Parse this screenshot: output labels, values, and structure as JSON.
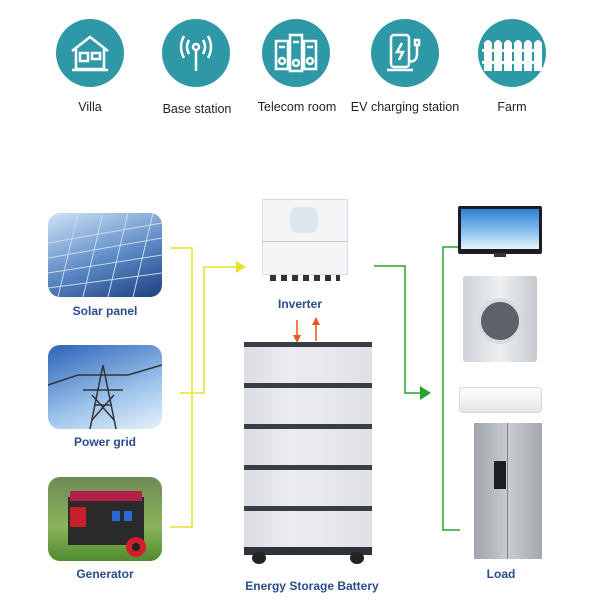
{
  "applications": [
    {
      "label": "Villa",
      "icon": "house-icon"
    },
    {
      "label": "Base station",
      "icon": "antenna-icon"
    },
    {
      "label": "Telecom room",
      "icon": "server-icon"
    },
    {
      "label": "EV charging station",
      "icon": "ev-charger-icon"
    },
    {
      "label": "Farm",
      "icon": "fence-icon"
    }
  ],
  "sources": [
    {
      "label": "Solar panel"
    },
    {
      "label": "Power grid"
    },
    {
      "label": "Generator"
    }
  ],
  "inverter": {
    "label": "Inverter"
  },
  "battery": {
    "label": "Energy Storage Battery"
  },
  "load": {
    "label": "Load"
  },
  "colors": {
    "teal": "#2f98a6",
    "label_blue": "#2b4c8c",
    "input_line": "#e8e22a",
    "output_line": "#2aa32a",
    "battery_arrow": "#e8561e"
  }
}
